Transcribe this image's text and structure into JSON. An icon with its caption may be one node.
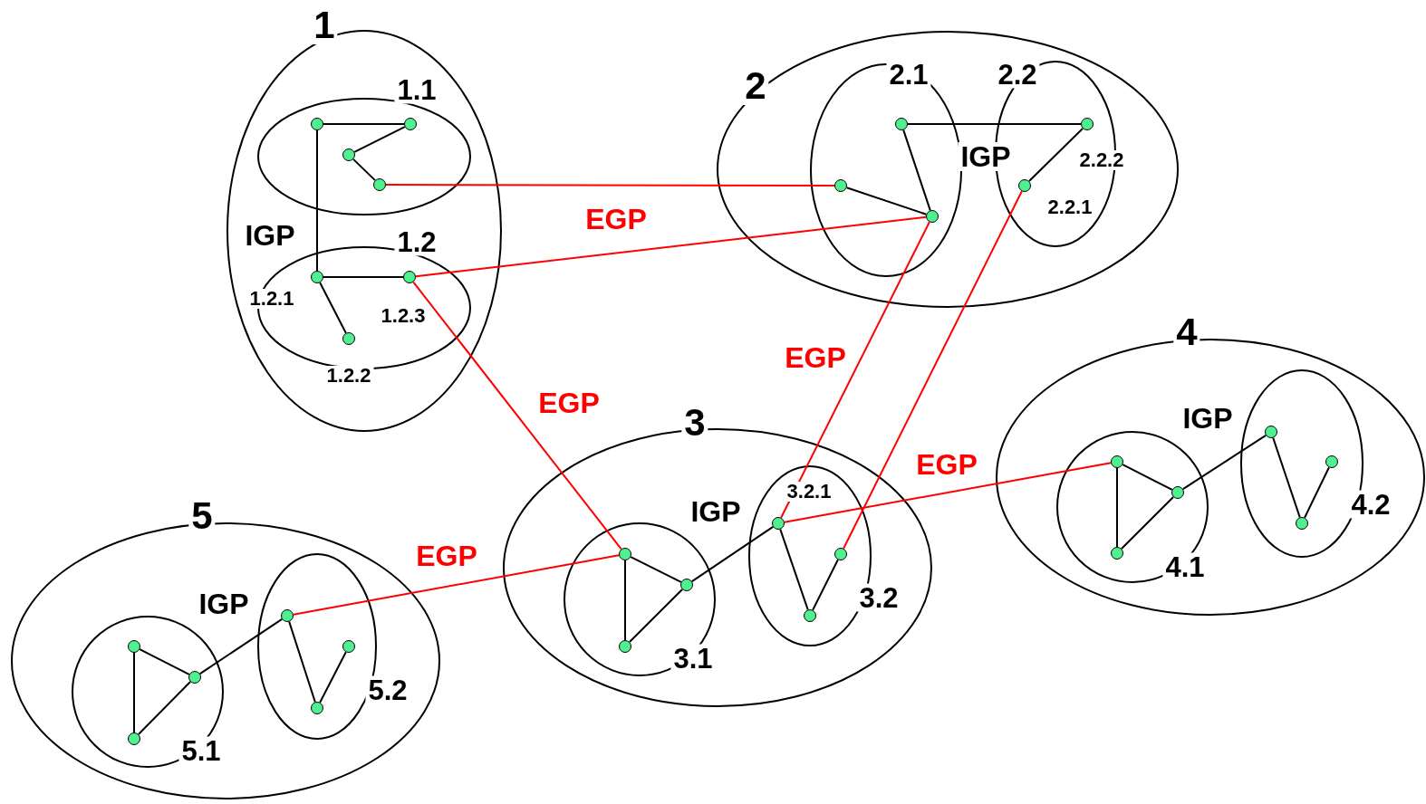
{
  "diagram": {
    "nodes": [
      {
        "text": [
          "1"
        ]
      },
      {
        "text": [
          "1.1"
        ],
        "in": 0
      },
      {
        "text": [
          "1.2"
        ],
        "in": 0
      },
      {
        "text": [
          "2"
        ]
      },
      {
        "text": [
          "2.1"
        ],
        "in": 3
      },
      {
        "text": [
          "2.2"
        ],
        "in": 3
      },
      {
        "text": [
          "3"
        ]
      },
      {
        "text": [
          "3.1"
        ],
        "in": 6
      },
      {
        "text": [
          "3.2"
        ],
        "in": 6
      },
      {
        "text": [
          "4"
        ]
      },
      {
        "text": [
          "4.1"
        ],
        "in": 9
      },
      {
        "text": [
          "4.2"
        ],
        "in": 9
      },
      {
        "text": [
          "5"
        ]
      },
      {
        "text": [
          "5.1"
        ],
        "in": 12
      },
      {
        "text": [
          "5.2"
        ],
        "in": 12
      },
      {
        "text": [],
        "shape": "circle",
        "in": 1
      },
      {
        "text": [],
        "shape": "circle",
        "in": 1
      },
      {
        "text": [],
        "shape": "circle",
        "in": 1
      },
      {
        "text": [],
        "shape": "circle",
        "in": 1
      },
      {
        "text": [],
        "shape": "circle",
        "in": 2,
        "beside": [
          "1.2.1"
        ]
      },
      {
        "text": [],
        "shape": "circle",
        "in": 2,
        "beside": [
          "1.2.3"
        ]
      },
      {
        "text": [],
        "shape": "circle",
        "in": 2,
        "beside": [
          "1.2.2"
        ]
      },
      {
        "text": [],
        "shape": "circle",
        "in": 4
      },
      {
        "text": [],
        "shape": "circle",
        "in": 4
      },
      {
        "text": [],
        "shape": "circle",
        "in": 4
      },
      {
        "text": [],
        "shape": "circle",
        "in": 5,
        "beside": [
          "2.2.2"
        ]
      },
      {
        "text": [],
        "shape": "circle",
        "in": 5,
        "beside": [
          "2.2.1"
        ]
      },
      {
        "text": [],
        "shape": "circle",
        "in": 7
      },
      {
        "text": [],
        "shape": "circle",
        "in": 7
      },
      {
        "text": [],
        "shape": "circle",
        "in": 7
      },
      {
        "text": [],
        "shape": "circle",
        "in": 8,
        "beside": [
          "3.2.1"
        ]
      },
      {
        "text": [],
        "shape": "circle",
        "in": 8
      },
      {
        "text": [],
        "shape": "circle",
        "in": 8
      },
      {
        "text": [],
        "shape": "circle",
        "in": 10
      },
      {
        "text": [],
        "shape": "circle",
        "in": 10
      },
      {
        "text": [],
        "shape": "circle",
        "in": 10
      },
      {
        "text": [],
        "shape": "circle",
        "in": 11
      },
      {
        "text": [],
        "shape": "circle",
        "in": 11
      },
      {
        "text": [],
        "shape": "circle",
        "in": 11
      },
      {
        "text": [],
        "shape": "circle",
        "in": 13
      },
      {
        "text": [],
        "shape": "circle",
        "in": 13
      },
      {
        "text": [],
        "shape": "circle",
        "in": 13
      },
      {
        "text": [],
        "shape": "circle",
        "in": 14
      },
      {
        "text": [],
        "shape": "circle",
        "in": 14
      },
      {
        "text": [],
        "shape": "circle",
        "in": 14
      }
    ],
    "edges": [
      {
        "from": 15,
        "to": 16,
        "arrow": "none"
      },
      {
        "from": 16,
        "to": 17,
        "arrow": "none"
      },
      {
        "from": 17,
        "to": 18,
        "arrow": "none"
      },
      {
        "from": 15,
        "to": 19,
        "arrow": "none"
      },
      {
        "from": 19,
        "to": 20,
        "arrow": "none"
      },
      {
        "from": 19,
        "to": 21,
        "arrow": "none"
      },
      {
        "from": 22,
        "to": 25,
        "arrow": "none"
      },
      {
        "from": 22,
        "to": 24,
        "arrow": "none"
      },
      {
        "from": 23,
        "to": 24,
        "arrow": "none"
      },
      {
        "from": 25,
        "to": 26,
        "arrow": "none"
      },
      {
        "from": 27,
        "to": 28,
        "arrow": "none"
      },
      {
        "from": 27,
        "to": 29,
        "arrow": "none"
      },
      {
        "from": 28,
        "to": 29,
        "arrow": "none"
      },
      {
        "from": 28,
        "to": 30,
        "arrow": "none"
      },
      {
        "from": 30,
        "to": 32,
        "arrow": "none"
      },
      {
        "from": 32,
        "to": 31,
        "arrow": "none"
      },
      {
        "from": 33,
        "to": 34,
        "arrow": "none"
      },
      {
        "from": 33,
        "to": 35,
        "arrow": "none"
      },
      {
        "from": 34,
        "to": 35,
        "arrow": "none"
      },
      {
        "from": 34,
        "to": 36,
        "arrow": "none"
      },
      {
        "from": 36,
        "to": 38,
        "arrow": "none"
      },
      {
        "from": 38,
        "to": 37,
        "arrow": "none"
      },
      {
        "from": 39,
        "to": 40,
        "arrow": "none"
      },
      {
        "from": 39,
        "to": 41,
        "arrow": "none"
      },
      {
        "from": 40,
        "to": 41,
        "arrow": "none"
      },
      {
        "from": 40,
        "to": 42,
        "arrow": "none"
      },
      {
        "from": 42,
        "to": 44,
        "arrow": "none"
      },
      {
        "from": 44,
        "to": 43,
        "arrow": "none"
      },
      {
        "from": 18,
        "to": 23,
        "arrow": "none",
        "color": "#ff0000"
      },
      {
        "from": 20,
        "to": 24,
        "arrow": "none",
        "color": "#ff0000"
      },
      {
        "from": 20,
        "to": 27,
        "arrow": "none",
        "color": "#ff0000"
      },
      {
        "from": 24,
        "to": 30,
        "arrow": "none",
        "color": "#ff0000"
      },
      {
        "from": 26,
        "to": 31,
        "arrow": "none",
        "color": "#ff0000"
      },
      {
        "from": 30,
        "to": 33,
        "arrow": "none",
        "color": "#ff0000"
      },
      {
        "from": 42,
        "to": 27,
        "arrow": "none",
        "color": "#ff0000"
      }
    ],
    "labels": [
      "IGP",
      "EGP",
      "IGP",
      "EGP",
      "EGP",
      "IGP",
      "EGP",
      "IGP",
      "EGP",
      "IGP"
    ]
  }
}
